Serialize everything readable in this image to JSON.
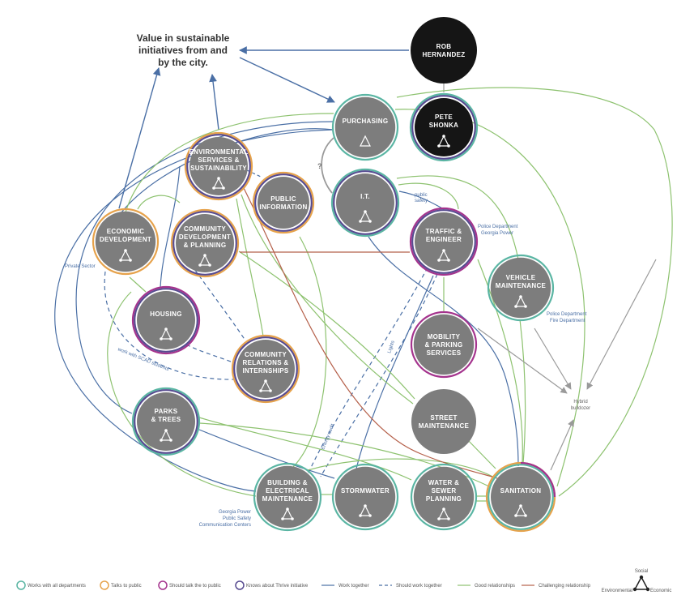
{
  "title": {
    "lines": [
      "Value in sustainable",
      "initiatives from and",
      "by the city."
    ]
  },
  "colors": {
    "teal": "#5ab5a3",
    "orange": "#e6a24b",
    "magenta": "#a4338d",
    "purple": "#574b90",
    "blue_line": "#4a6fa5",
    "green_line": "#8dc26f",
    "red_line": "#b5604a",
    "gray_line": "#9a9a9a",
    "node_fill": "#7d7d7d",
    "black_fill": "#151515"
  },
  "nodes": {
    "rob": [
      "ROB",
      "HERNANDEZ"
    ],
    "pete": [
      "PETE",
      "SHONKA"
    ],
    "purchasing": [
      "PURCHASING"
    ],
    "env": [
      "ENVIRONMENTAL",
      "SERVICES &",
      "SUSTAINABILITY"
    ],
    "pubinfo": [
      "PUBLIC",
      "INFORMATION"
    ],
    "it": [
      "I.T."
    ],
    "econ": [
      "ECONOMIC",
      "DEVELOPMENT"
    ],
    "comdev": [
      "COMMUNITY",
      "DEVELOPMENT",
      "& PLANNING"
    ],
    "traffic": [
      "TRAFFIC &",
      "ENGINEER"
    ],
    "vehicle": [
      "VEHICLE",
      "MAINTENANCE"
    ],
    "housing": [
      "HOUSING"
    ],
    "comrel": [
      "COMMUNITY",
      "RELATIONS &",
      "INTERNSHIPS"
    ],
    "mobility": [
      "MOBILITY",
      "& PARKING",
      "SERVICES"
    ],
    "parks": [
      "PARKS",
      "& TREES"
    ],
    "street": [
      "STREET",
      "MAINTENANCE"
    ],
    "building": [
      "BUILDING &",
      "ELECTRICAL",
      "MAINTENANCE"
    ],
    "stormwater": [
      "STORMWATER"
    ],
    "water": [
      "WATER &",
      "SEWER",
      "PLANNING"
    ],
    "sanitation": [
      "SANITATION"
    ]
  },
  "annotations": {
    "question_mark": "?",
    "public_safety": [
      "public",
      "safety"
    ],
    "traffic_partners": [
      "Police Department",
      "Georgia Power"
    ],
    "vehicle_partners": [
      "Police Department",
      "Fire Department"
    ],
    "private_sector": "Private Sector",
    "hybrid": [
      "Hybrid",
      "bulldozer"
    ],
    "building_partners": [
      "Georgia Power",
      "Public Safety",
      "Communication Centers"
    ],
    "work_with_students": "work with SCAD students",
    "lights": "Lights",
    "energy_audit": "Energy audit"
  },
  "legend": {
    "items": [
      "Works with all departments",
      "Talks to public",
      "Should talk the to public",
      "Knows about Thrive initiative",
      "Work together",
      "Should work together",
      "Good relationships",
      "Challenging relationship"
    ],
    "triangle": {
      "top": "Social",
      "left": "Environmental",
      "right": "Economic"
    }
  }
}
